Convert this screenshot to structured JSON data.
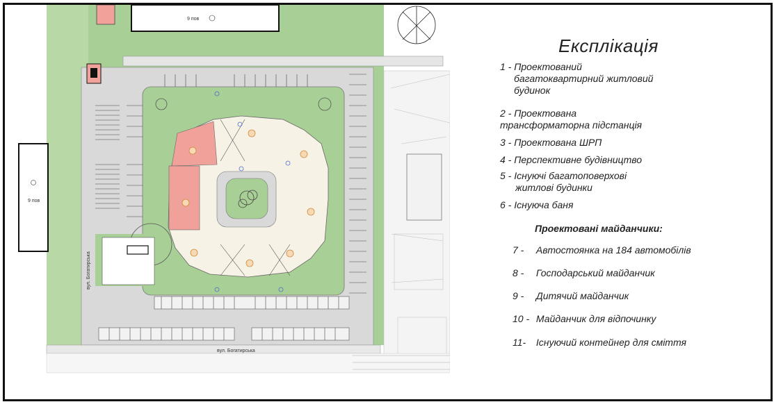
{
  "legend": {
    "title": "Експлікація",
    "items": [
      {
        "num": "1 -",
        "lines": [
          "Проектований",
          "багатоквартирний житловий",
          "будинок"
        ]
      },
      {
        "num": "2 -",
        "lines": [
          "Проектована",
          "трансформаторна підстанція"
        ]
      },
      {
        "num": "3 -",
        "lines": [
          "Проектована ШРП"
        ]
      },
      {
        "num": "4 -",
        "lines": [
          "Перспективне будівництво"
        ]
      },
      {
        "num": "5 -",
        "lines": [
          "Існуючі  багатоповерхові",
          "житлові будинки"
        ]
      },
      {
        "num": "6 -",
        "lines": [
          "Існуюча баня"
        ]
      }
    ],
    "subtitle": "Проектовані майданчики:",
    "sites": [
      {
        "num": "7 -",
        "text": "Автостоянка на 184 автомобілів"
      },
      {
        "num": "8 -",
        "text": "Господарський майданчик"
      },
      {
        "num": "9 -",
        "text": "Дитячий майданчик"
      },
      {
        "num": "10 -",
        "text": "Майданчик для відпочинку"
      },
      {
        "num": "11-",
        "text": "Існуючий контейнер для сміття"
      }
    ]
  },
  "plan": {
    "street_labels": [
      "вул. Богатирська",
      "вул. Богатирська"
    ],
    "building_labels": [
      "9 пов",
      "9 пов"
    ],
    "colors": {
      "green": "#a8cf95",
      "dark_green": "#8fbf7c",
      "pink": "#f0a29a",
      "beige": "#f7f2e6",
      "grey": "#d9d9d9"
    }
  }
}
